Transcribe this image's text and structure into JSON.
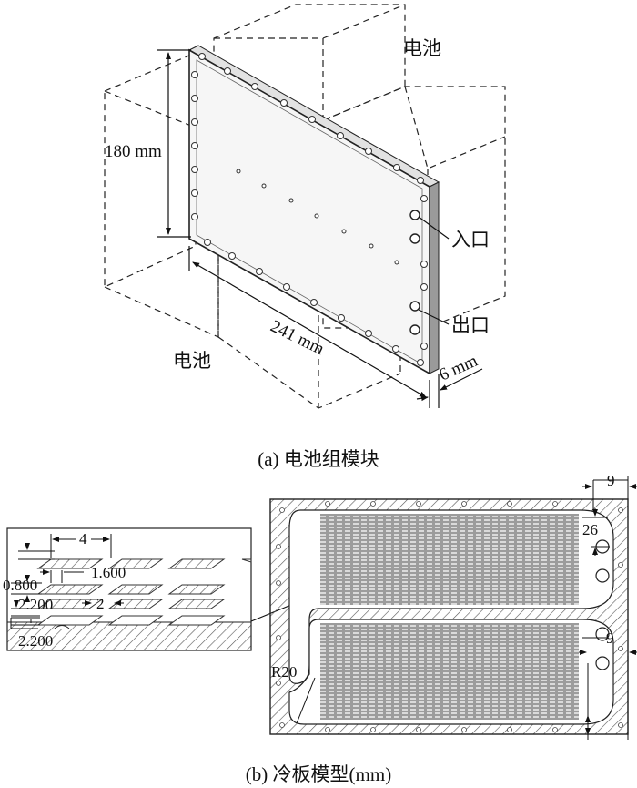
{
  "module": {
    "labels": {
      "battery_top": "电池",
      "battery_left": "电池",
      "height": "180 mm",
      "length": "241 mm",
      "thickness": "6 mm",
      "inlet": "入口",
      "outlet": "出口"
    },
    "caption": "(a) 电池组模块"
  },
  "plate": {
    "detail_labels": [
      "4",
      "1.600",
      "0.800",
      "2.200",
      "2",
      "2.200"
    ],
    "radius_label": "R20",
    "port_spacing": "26",
    "port_offset_top": "9",
    "port_offset_bottom": "9",
    "caption": "(b) 冷板模型(mm)"
  },
  "colors": {
    "line": "#111111",
    "hatch": "#555555",
    "plate_fill": "#f2f2f2"
  }
}
